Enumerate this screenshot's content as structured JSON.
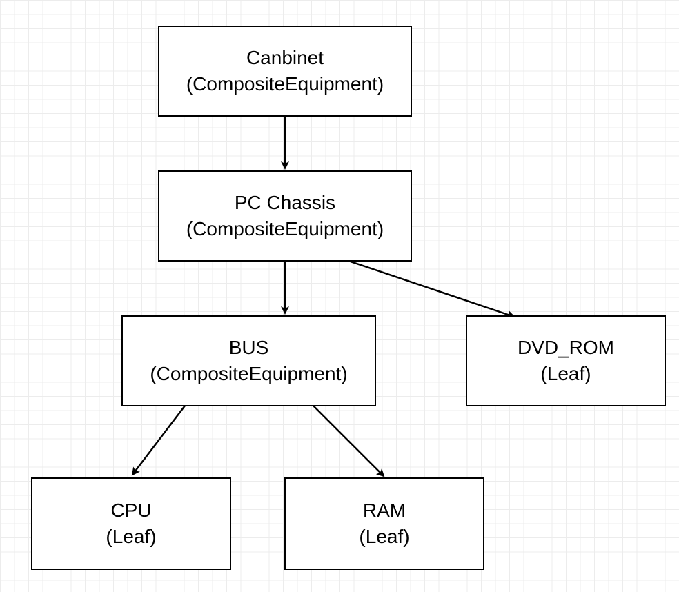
{
  "diagram": {
    "nodes": [
      {
        "id": "cabinet",
        "name": "Canbinet",
        "type": "(CompositeEquipment)"
      },
      {
        "id": "pc-chassis",
        "name": "PC Chassis",
        "type": "(CompositeEquipment)"
      },
      {
        "id": "bus",
        "name": "BUS",
        "type": "(CompositeEquipment)"
      },
      {
        "id": "dvd-rom",
        "name": "DVD_ROM",
        "type": "(Leaf)"
      },
      {
        "id": "cpu",
        "name": "CPU",
        "type": "(Leaf)"
      },
      {
        "id": "ram",
        "name": "RAM",
        "type": "(Leaf)"
      }
    ],
    "edges": [
      {
        "from": "cabinet",
        "to": "pc-chassis"
      },
      {
        "from": "pc-chassis",
        "to": "bus"
      },
      {
        "from": "pc-chassis",
        "to": "dvd-rom"
      },
      {
        "from": "bus",
        "to": "cpu"
      },
      {
        "from": "bus",
        "to": "ram"
      }
    ],
    "colors": {
      "stroke": "#000000",
      "fill": "#ffffff",
      "grid": "#ececec"
    }
  }
}
